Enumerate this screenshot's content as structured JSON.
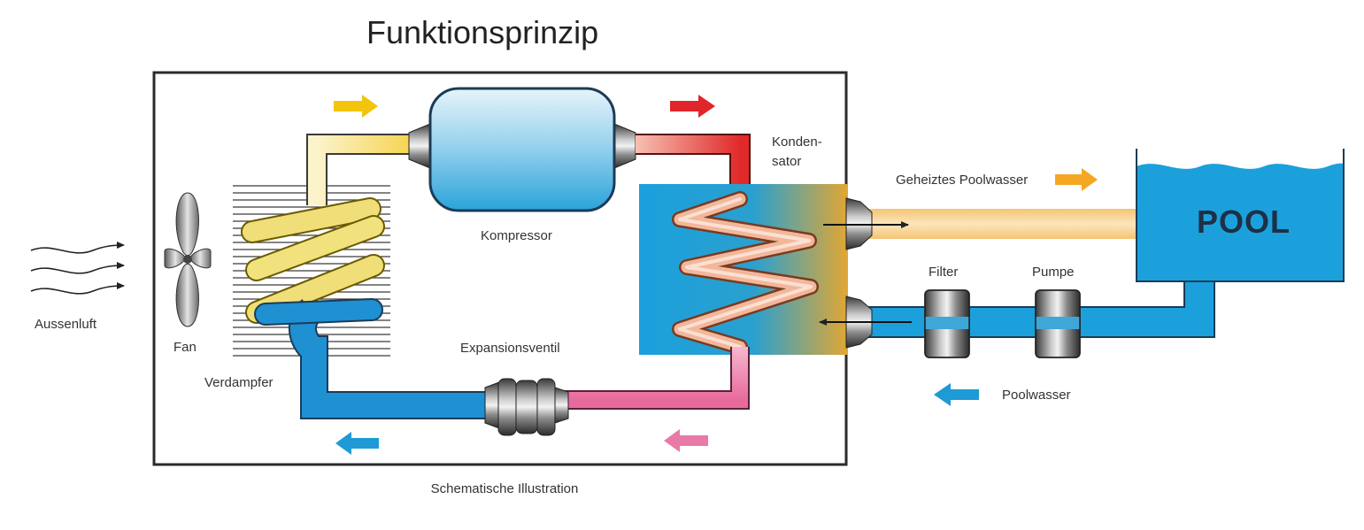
{
  "title": "Funktionsprinzip",
  "caption": "Schematische Illustration",
  "labels": {
    "aussenluft": "Aussenluft",
    "fan": "Fan",
    "verdampfer": "Verdampfer",
    "kompressor": "Kompressor",
    "kondensator_line1": "Konden-",
    "kondensator_line2": "sator",
    "expansionsventil": "Expansionsventil",
    "geheiztes_poolwasser": "Geheiztes Poolwasser",
    "filter": "Filter",
    "pumpe": "Pumpe",
    "poolwasser": "Poolwasser",
    "pool": "POOL"
  },
  "colors": {
    "water_blue": "#1ba0dc",
    "refrigerant_blue": "#1e8fd0",
    "yellow_arrow": "#f2c40c",
    "red_arrow": "#e0262a",
    "orange_arrow": "#f5a623",
    "pink_arrow": "#e97aa7",
    "blue_arrow": "#1e9ad6",
    "coil_copper": "#e9a27f",
    "heated_pipe": "#f7d79c"
  }
}
